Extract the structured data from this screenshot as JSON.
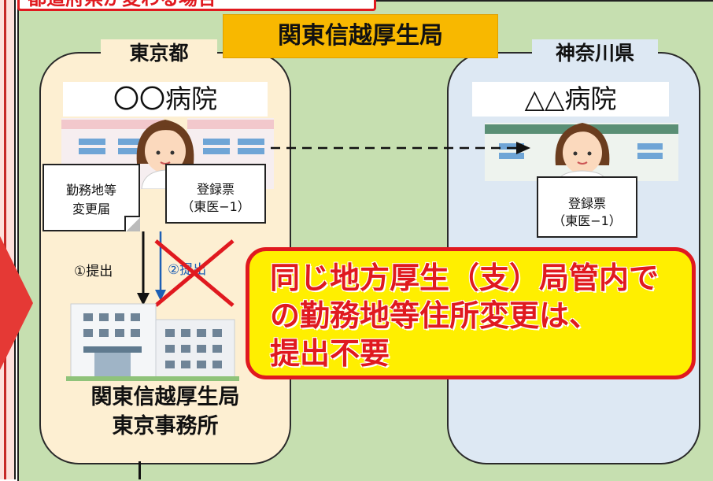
{
  "header": {
    "cut_label": "都道府県が変わる場合"
  },
  "bureau_banner": "関東信越厚生局",
  "regions": {
    "tokyo": "東京都",
    "kanagawa": "神奈川県"
  },
  "hospitals": {
    "origin": "〇〇病院",
    "destination": "△△病院"
  },
  "documents": {
    "change_form": {
      "line1": "勤務地等",
      "line2": "変更届"
    },
    "registration_origin": {
      "line1": "登録票",
      "line2": "（東医−1）"
    },
    "registration_destination": {
      "line1": "登録票",
      "line2": "（東医−1）"
    }
  },
  "steps": {
    "step1": "①提出",
    "step2": "②提出"
  },
  "callout": {
    "line1": "同じ地方厚生（支）局管内で",
    "line2": "の勤務地等住所変更は、",
    "line3": "提出不要"
  },
  "office": {
    "line1": "関東信越厚生局",
    "line2": "東京事務所"
  },
  "colors": {
    "panel": "#c6dfb0",
    "tokyo": "#fdefd2",
    "kanagawa": "#dde8f3",
    "banner": "#f8b800",
    "callout_fill": "#ffef00",
    "accent_red": "#e0191f",
    "step2_blue": "#1e5fb4"
  }
}
